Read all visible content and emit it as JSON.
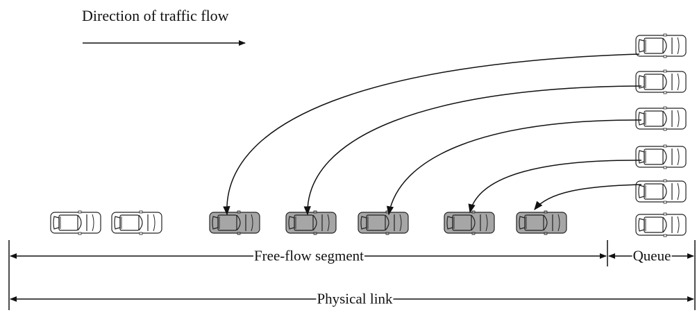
{
  "diagram": {
    "title": "Direction of traffic flow",
    "labels": {
      "free_flow": "Free-flow segment",
      "queue": "Queue",
      "physical_link": "Physical link"
    },
    "vehicles": {
      "upstream_white_count": 2,
      "moving_gray_count": 5,
      "queued_white_count": 6
    },
    "colors": {
      "line": "#111111",
      "moving_vehicle_fill": "#a6a6a6",
      "queued_vehicle_fill": "#ffffff"
    }
  }
}
